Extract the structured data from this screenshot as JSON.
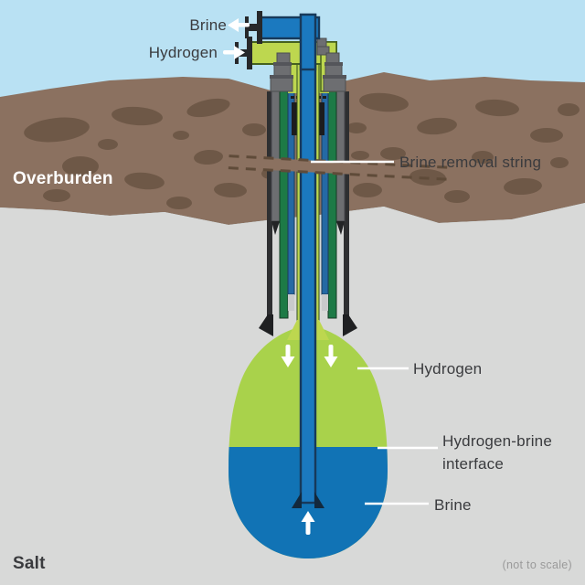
{
  "labels": {
    "brine_out": "Brine",
    "hydrogen_in": "Hydrogen",
    "brine_removal_string": "Brine removal string",
    "overburden": "Overburden",
    "hydrogen": "Hydrogen",
    "interface_line1": "Hydrogen-brine",
    "interface_line2": "interface",
    "brine": "Brine",
    "salt": "Salt",
    "note": "(not to scale)"
  },
  "icons": {
    "brine_out_arrow": "arrow-left",
    "hydrogen_in_arrow": "arrow-right",
    "hydrogen_flow_arrows": "arrow-down",
    "brine_flow_arrow": "arrow-up"
  },
  "colors": {
    "sky": "#b9e1f3",
    "overburden": "#8b7160",
    "rocks": "#6e5847",
    "salt": "#d8d9d8",
    "cavern_hydrogen": "#a9d24b",
    "pipe_hydrogen_green": "#bdd74f",
    "cavern_brine": "#1173b5",
    "pipe_brine_blue": "#1b79bf",
    "casing_annulus_blue": "#2569a4",
    "casing_green": "#1d7a46",
    "steel_gray": "#6d6e71",
    "dark_steel": "#2e2f31",
    "label_text": "#3a3b3e",
    "white": "#ffffff"
  }
}
